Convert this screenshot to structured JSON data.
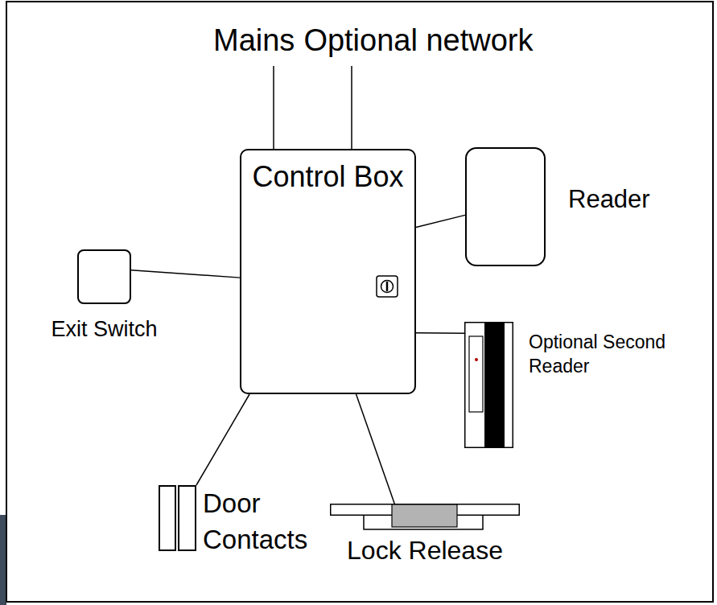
{
  "diagram": {
    "nodes": [
      {
        "text": [
          "Control Box"
        ]
      },
      {
        "text": [
          "Reader"
        ]
      },
      {
        "text": [
          "Exit Switch"
        ]
      },
      {
        "text": [
          "Optional Second Reader"
        ]
      },
      {
        "text": [
          "Door Contacts"
        ]
      },
      {
        "text": [
          "Lock Release"
        ]
      }
    ],
    "edges": [
      {
        "from": 0,
        "to": 1,
        "arrow": "none"
      },
      {
        "from": 0,
        "to": 2,
        "arrow": "none"
      },
      {
        "from": 0,
        "to": 3,
        "arrow": "none"
      },
      {
        "from": 0,
        "to": 4,
        "arrow": "none"
      },
      {
        "from": 0,
        "to": 5,
        "arrow": "none"
      }
    ],
    "labels": [
      "Mains",
      "Optional network"
    ]
  }
}
